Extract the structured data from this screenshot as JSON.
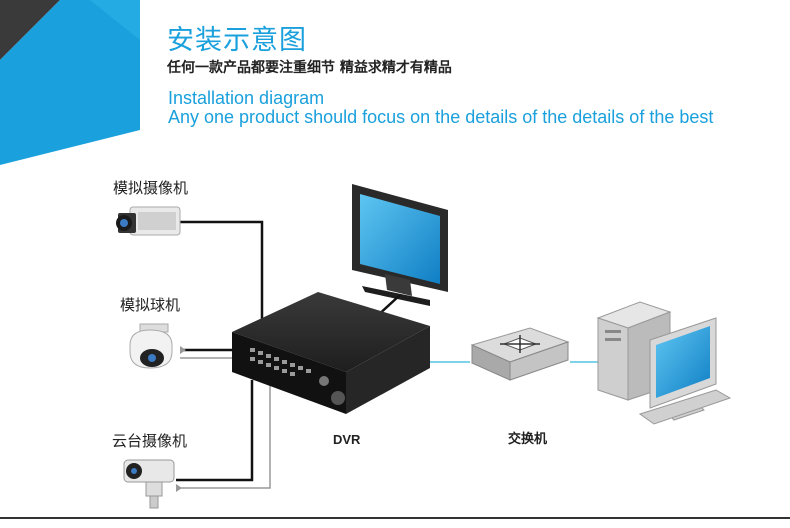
{
  "header": {
    "title_cn": "安装示意图",
    "subtitle_cn": "任何一款产品都要注重细节 精益求精才有精品",
    "title_en": "Installation diagram",
    "subtitle_en": "Any one product should focus on the details of the details of the best"
  },
  "devices": {
    "analog_camera": "模拟摄像机",
    "analog_dome": "模拟球机",
    "ptz_camera": "云台摄像机",
    "dvr": "DVR",
    "switch": "交换机"
  },
  "colors": {
    "accent": "#1aa0dc",
    "banner_dark": "#333333",
    "cable": "#111111",
    "network_cable": "#7fd3e8"
  }
}
